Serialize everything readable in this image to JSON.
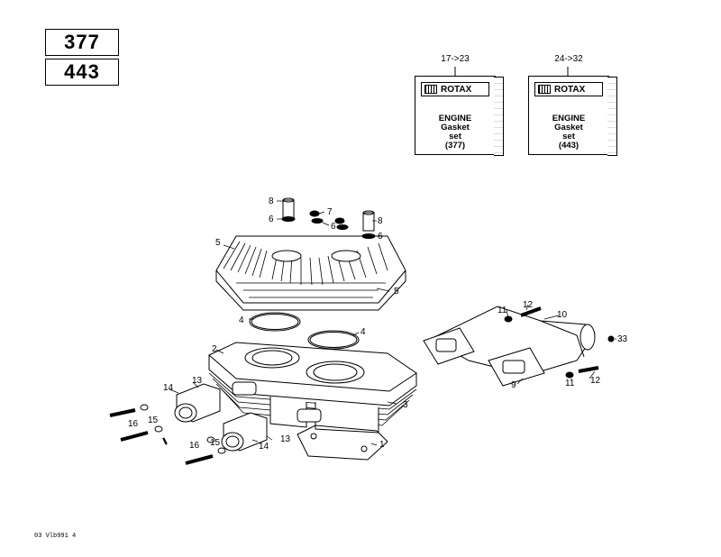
{
  "models": [
    "377",
    "443"
  ],
  "kits": [
    {
      "range": "17->23",
      "brand": "ROTAX",
      "line1": "ENGINE",
      "line2": "Gasket",
      "line3": "set",
      "line4": "(377)"
    },
    {
      "range": "24->32",
      "brand": "ROTAX",
      "line1": "ENGINE",
      "line2": "Gasket",
      "line3": "set",
      "line4": "(443)"
    }
  ],
  "callouts": {
    "c1": "1",
    "c2": "2",
    "c3": "3",
    "c4a": "4",
    "c4b": "4",
    "c5a": "5",
    "c5b": "5",
    "c6a": "6",
    "c6b": "6",
    "c6c": "6",
    "c7": "7",
    "c8a": "8",
    "c8b": "8",
    "c9": "9",
    "c10": "10",
    "c11a": "11",
    "c11b": "11",
    "c12a": "12",
    "c12b": "12",
    "c13a": "13",
    "c13b": "13",
    "c14a": "14",
    "c14b": "14",
    "c15a": "15",
    "c15b": "15",
    "c16a": "16",
    "c16b": "16",
    "c33": "33"
  },
  "footer_code": "03 Vlb991 4"
}
